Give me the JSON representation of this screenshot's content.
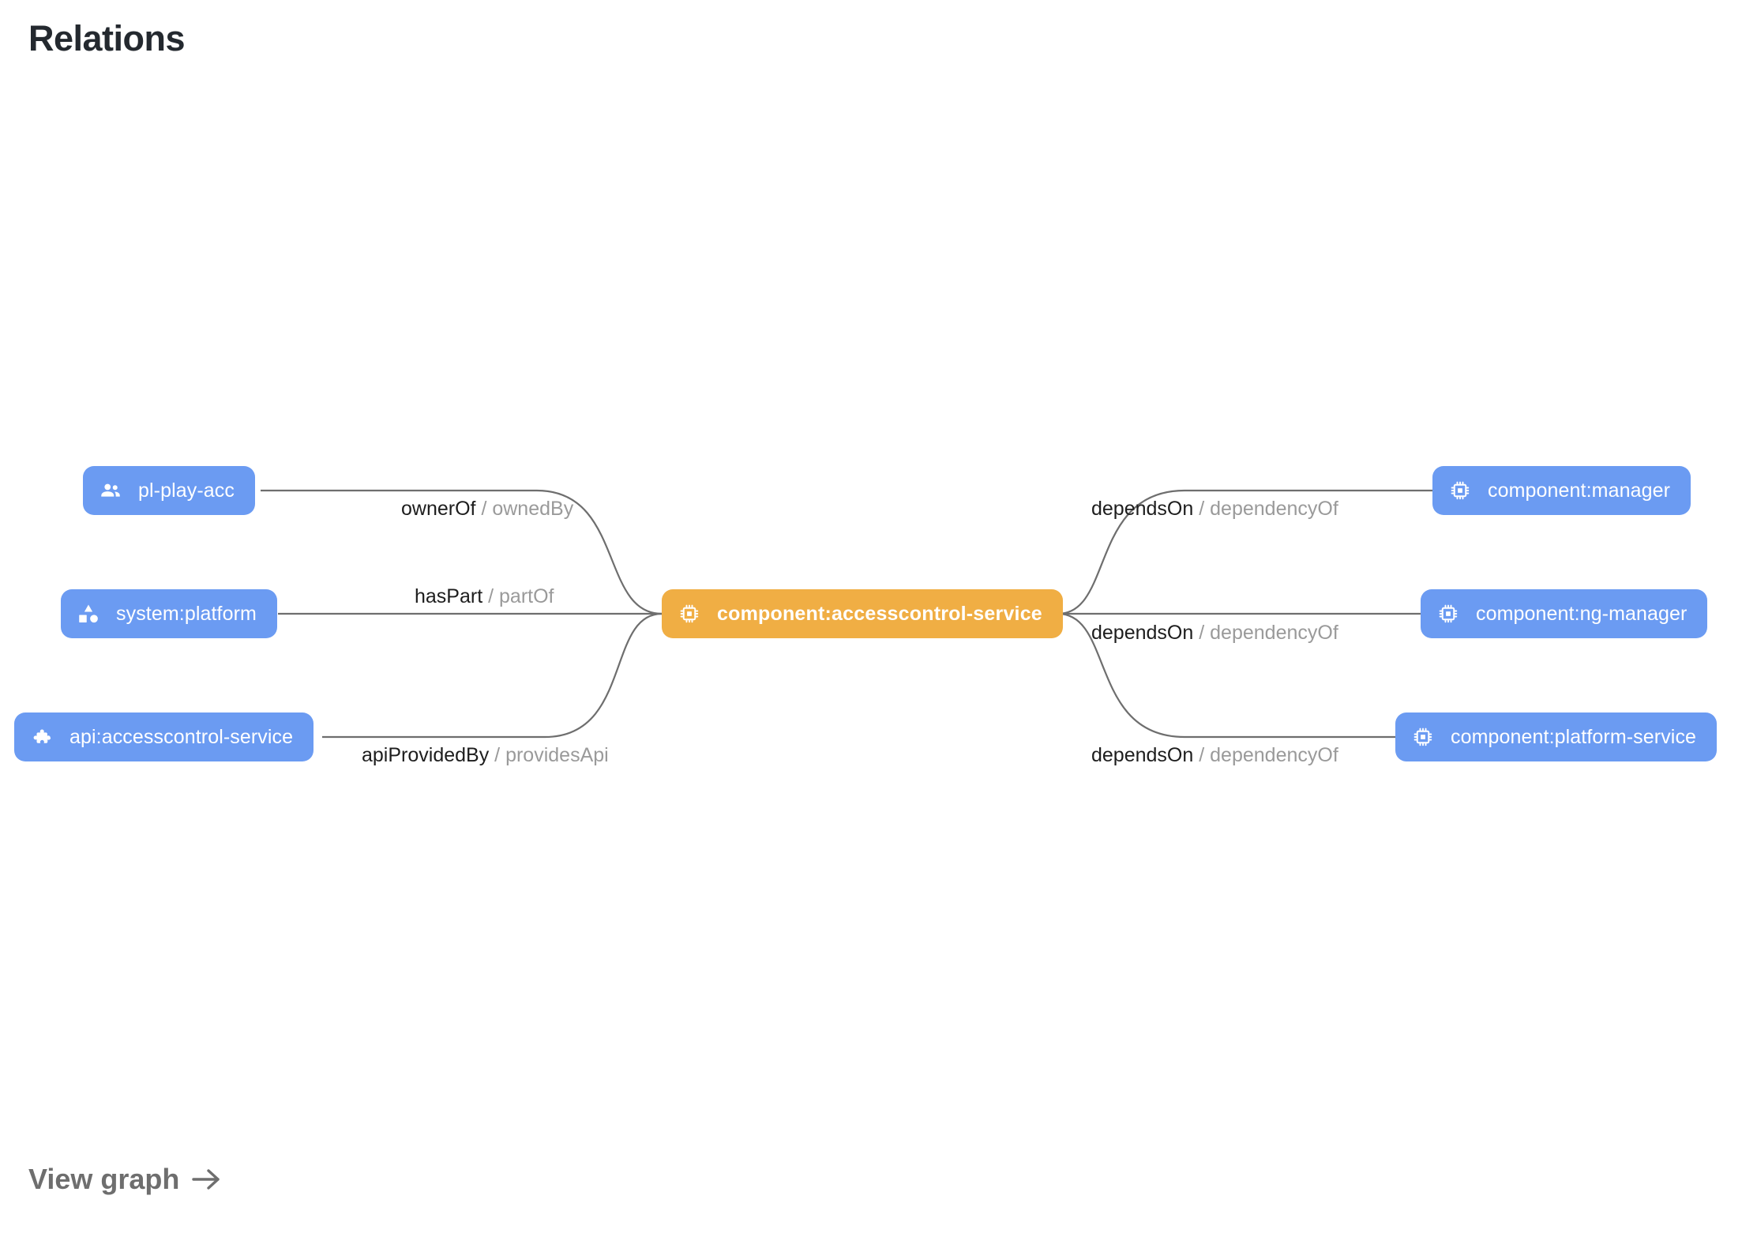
{
  "header": {
    "title": "Relations"
  },
  "colors": {
    "node_blue": "#6b9bf2",
    "node_orange": "#f0ae44",
    "edge_line": "#6e6e6e",
    "label_primary": "#1d1d1d",
    "label_secondary": "#9a9a9a",
    "title": "#24292f",
    "link": "#6e6e6e",
    "background": "#ffffff"
  },
  "graph": {
    "center_node": {
      "id": "component:accesscontrol-service",
      "label": "component:accesscontrol-service",
      "icon": "memory-chip-icon",
      "kind": "component",
      "color": "#f0ae44",
      "highlighted": true
    },
    "nodes": [
      {
        "id": "pl-play-acc",
        "label": "pl-play-acc",
        "icon": "group-people-icon",
        "kind": "group",
        "color": "#6b9bf2",
        "side": "left",
        "row": 1
      },
      {
        "id": "system:platform",
        "label": "system:platform",
        "icon": "category-shapes-icon",
        "kind": "system",
        "color": "#6b9bf2",
        "side": "left",
        "row": 2
      },
      {
        "id": "api:accesscontrol-service",
        "label": "api:accesscontrol-service",
        "icon": "puzzle-piece-icon",
        "kind": "api",
        "color": "#6b9bf2",
        "side": "left",
        "row": 3
      },
      {
        "id": "component:manager",
        "label": "component:manager",
        "icon": "memory-chip-icon",
        "kind": "component",
        "color": "#6b9bf2",
        "side": "right",
        "row": 1
      },
      {
        "id": "component:ng-manager",
        "label": "component:ng-manager",
        "icon": "memory-chip-icon",
        "kind": "component",
        "color": "#6b9bf2",
        "side": "right",
        "row": 2
      },
      {
        "id": "component:platform-service",
        "label": "component:platform-service",
        "icon": "memory-chip-icon",
        "kind": "component",
        "color": "#6b9bf2",
        "side": "right",
        "row": 3
      }
    ],
    "edges": [
      {
        "from": "pl-play-acc",
        "to": "component:accesscontrol-service",
        "primary": "ownerOf",
        "separator": "/",
        "secondary": "ownedBy"
      },
      {
        "from": "system:platform",
        "to": "component:accesscontrol-service",
        "primary": "hasPart",
        "separator": "/",
        "secondary": "partOf"
      },
      {
        "from": "api:accesscontrol-service",
        "to": "component:accesscontrol-service",
        "primary": "apiProvidedBy",
        "separator": "/",
        "secondary": "providesApi"
      },
      {
        "from": "component:accesscontrol-service",
        "to": "component:manager",
        "primary": "dependsOn",
        "separator": "/",
        "secondary": "dependencyOf"
      },
      {
        "from": "component:accesscontrol-service",
        "to": "component:ng-manager",
        "primary": "dependsOn",
        "separator": "/",
        "secondary": "dependencyOf"
      },
      {
        "from": "component:accesscontrol-service",
        "to": "component:platform-service",
        "primary": "dependsOn",
        "separator": "/",
        "secondary": "dependencyOf"
      }
    ]
  },
  "footer": {
    "view_graph_label": "View graph",
    "arrow_icon": "arrow-right-icon"
  }
}
